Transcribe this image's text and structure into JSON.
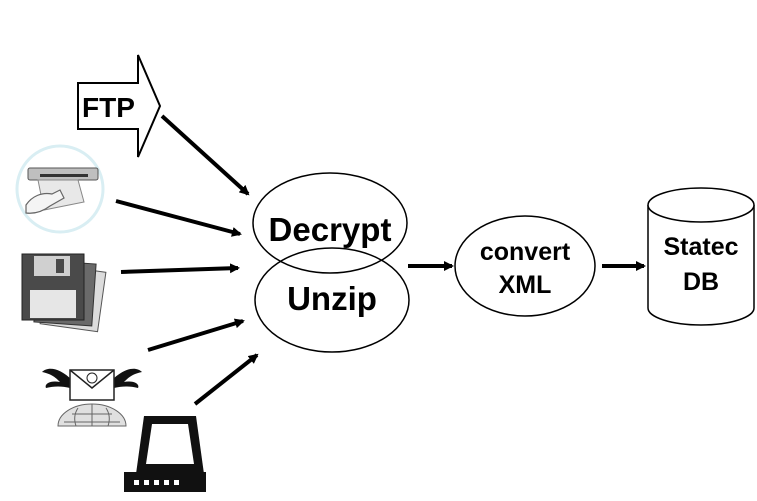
{
  "sources": {
    "ftp_label": "FTP"
  },
  "nodes": {
    "decrypt_label": "Decrypt",
    "unzip_label": "Unzip",
    "convert_line1": "convert",
    "convert_line2": "XML",
    "db_line1": "Statec",
    "db_line2": "DB"
  },
  "icons": [
    "ftp-arrow-icon",
    "card-reader-icon",
    "floppy-disks-icon",
    "winged-email-icon",
    "scanner-icon"
  ],
  "colors": {
    "ink": "#000000",
    "paper": "#ffffff",
    "halo": "#d9eef3",
    "floppy": "#4a4a4a"
  }
}
